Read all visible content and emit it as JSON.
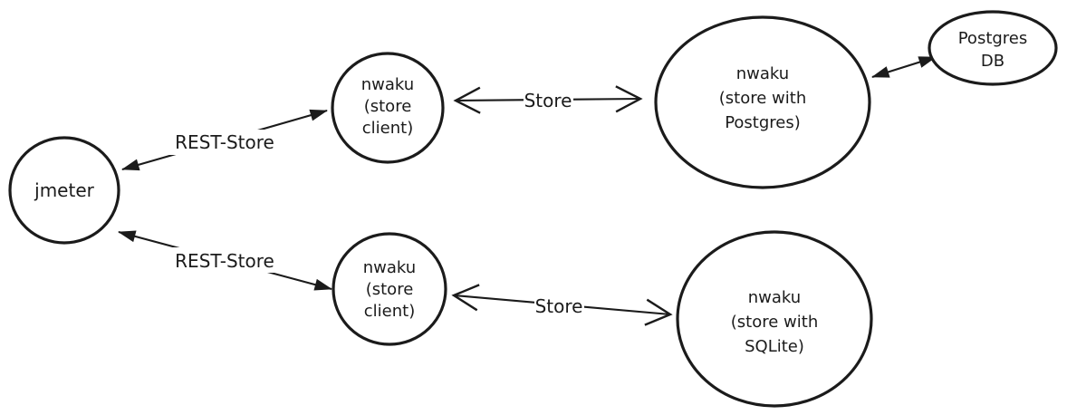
{
  "diagram": {
    "background_color": "#ffffff",
    "stroke_color": "#1b1b1b",
    "style": "hand-drawn sketch",
    "nodes": {
      "jmeter": {
        "shape": "circle",
        "lines": [
          "jmeter"
        ]
      },
      "store_client_top": {
        "shape": "circle",
        "lines": [
          "nwaku",
          "(store",
          "client)"
        ]
      },
      "store_client_bottom": {
        "shape": "circle",
        "lines": [
          "nwaku",
          "(store",
          "client)"
        ]
      },
      "store_postgres": {
        "shape": "ellipse",
        "lines": [
          "nwaku",
          "(store with",
          "Postgres)"
        ]
      },
      "store_sqlite": {
        "shape": "circle",
        "lines": [
          "nwaku",
          "(store with",
          "SQLite)"
        ]
      },
      "postgres_db": {
        "shape": "ellipse",
        "lines": [
          "Postgres",
          "DB"
        ]
      }
    },
    "edges": {
      "rest_store_top": {
        "label": "REST-Store",
        "from": "jmeter",
        "to": "store_client_top",
        "arrow": "double-filled"
      },
      "rest_store_bottom": {
        "label": "REST-Store",
        "from": "jmeter",
        "to": "store_client_bottom",
        "arrow": "double-filled"
      },
      "store_top": {
        "label": "Store",
        "from": "store_client_top",
        "to": "store_postgres",
        "arrow": "double-open"
      },
      "store_bottom": {
        "label": "Store",
        "from": "store_client_bottom",
        "to": "store_sqlite",
        "arrow": "double-open"
      },
      "postgres_link": {
        "label": "",
        "from": "store_postgres",
        "to": "postgres_db",
        "arrow": "double-filled"
      }
    }
  }
}
